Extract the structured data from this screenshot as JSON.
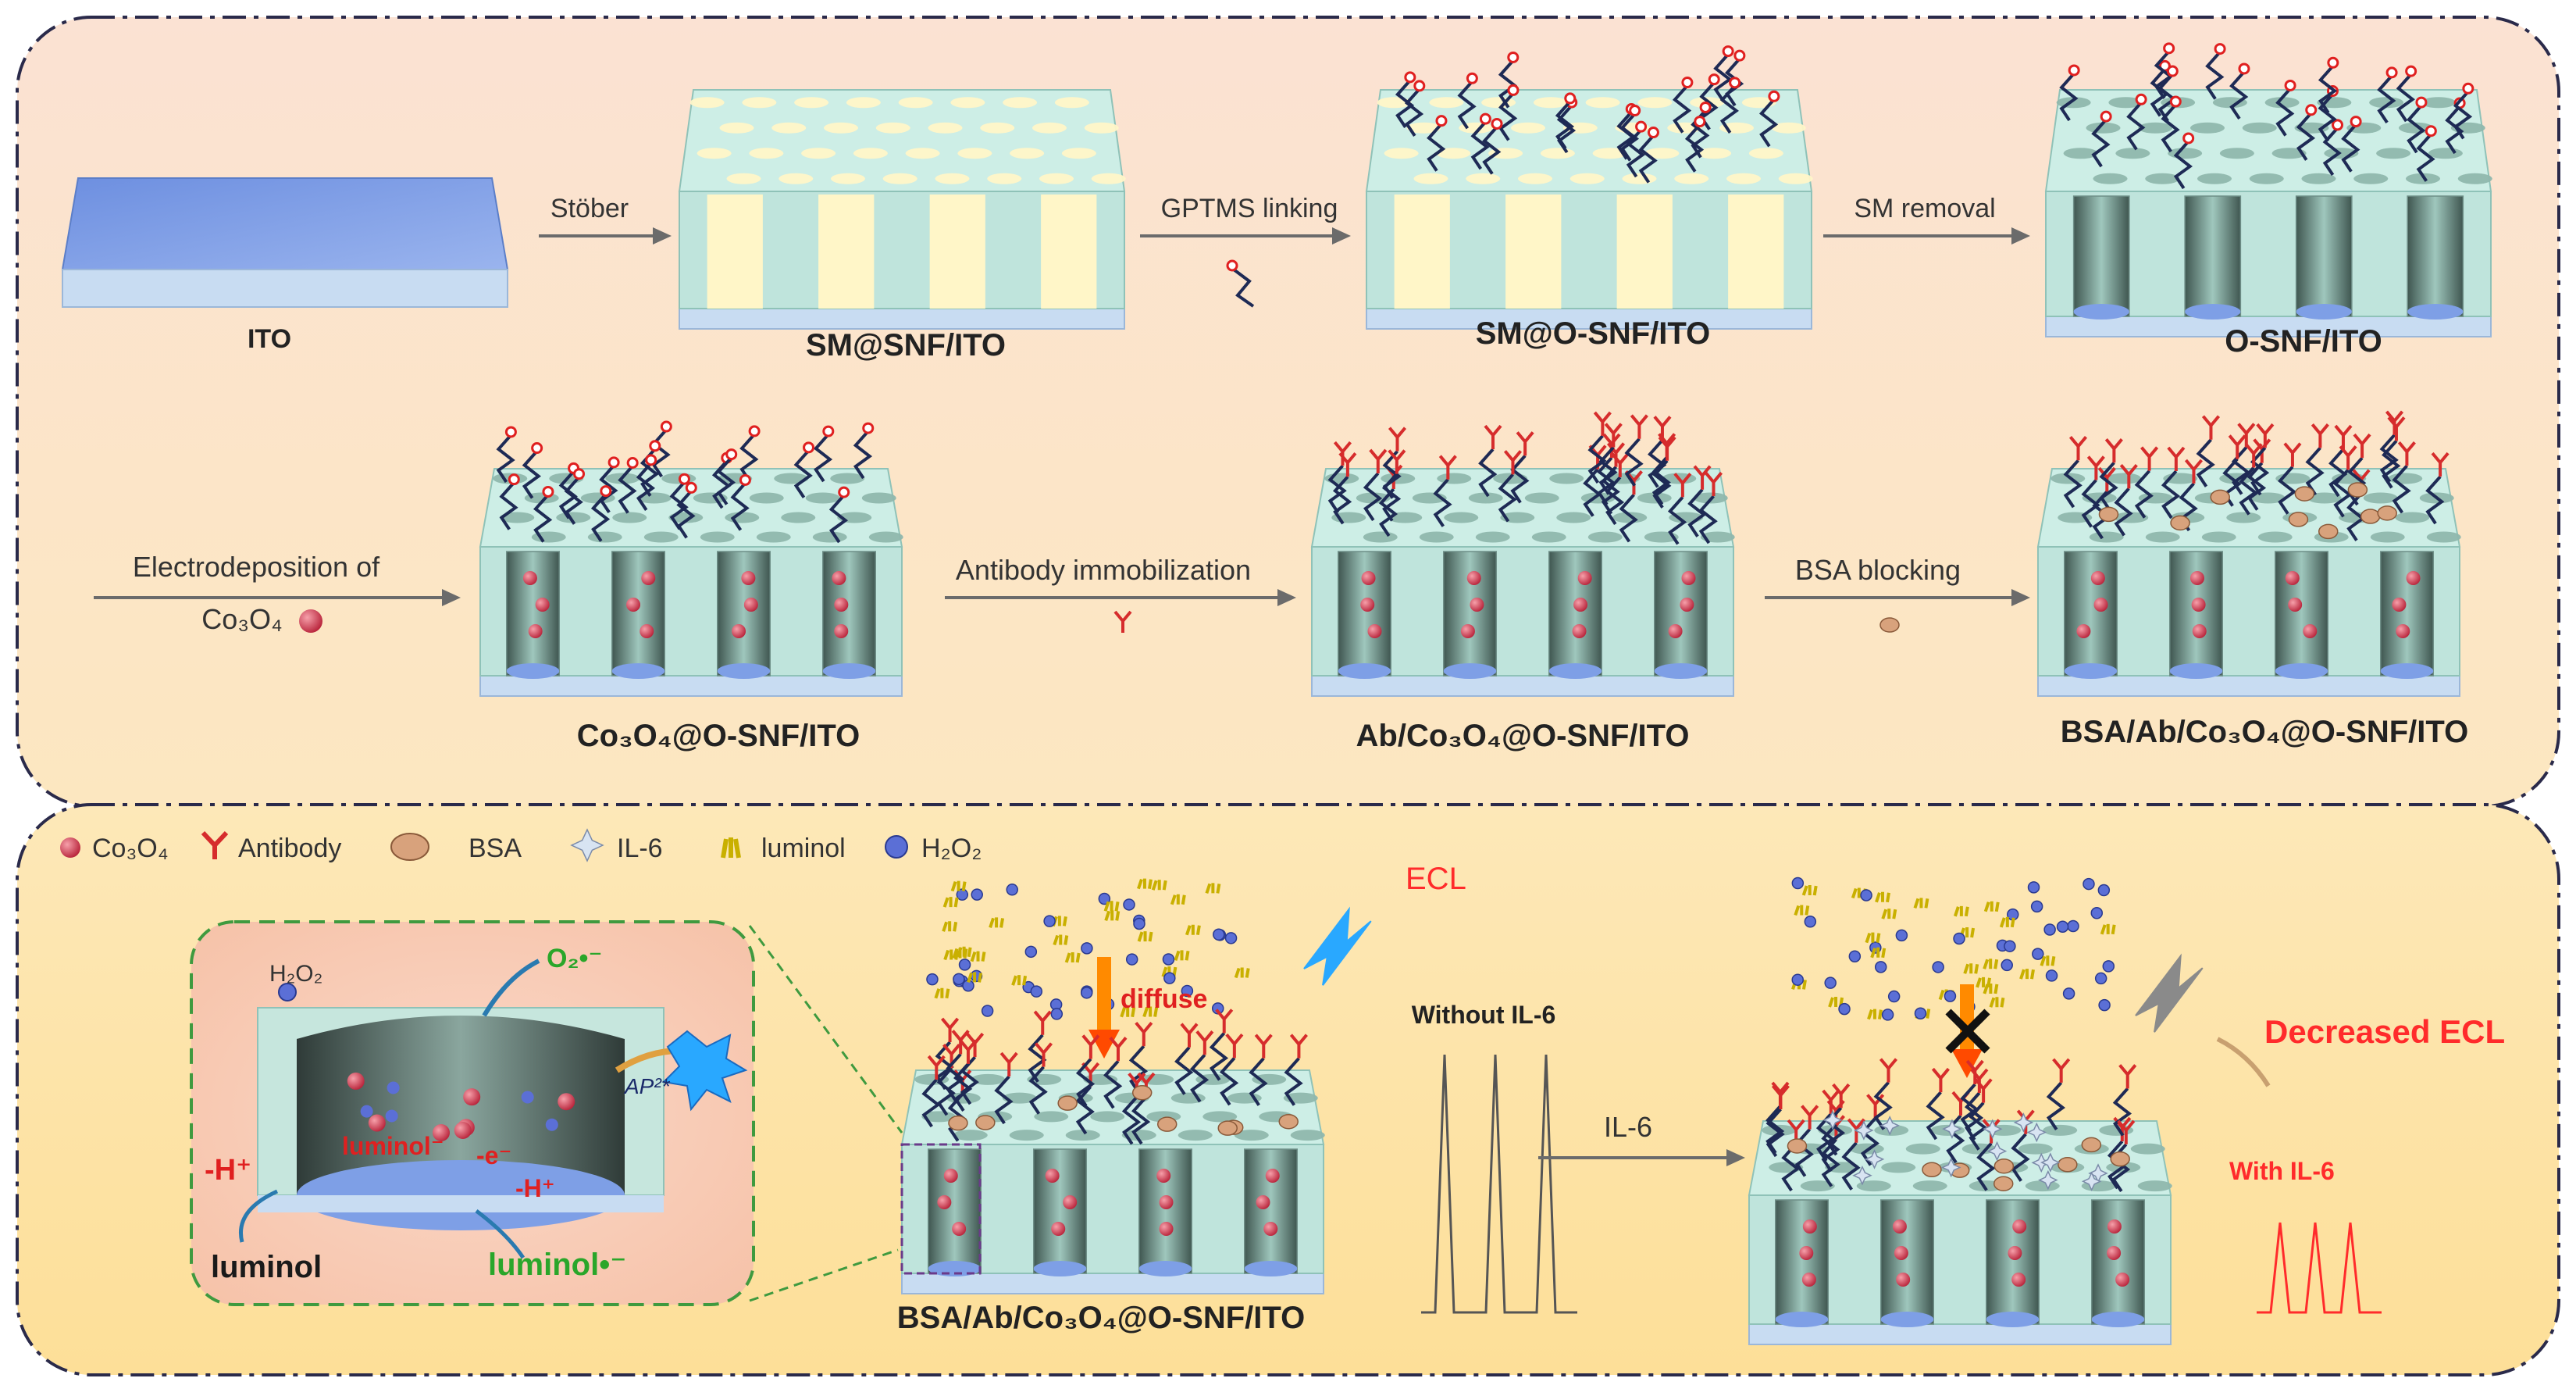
{
  "colors": {
    "panel_top": "#fce4c8",
    "panel_bottom": "#fde6a8",
    "silica": "#bfe4dc",
    "silica_dark": "#8fc2b8",
    "ito": "#c8dcf2",
    "ito_top": "#7e9fe6",
    "template": "#fff6c8",
    "channel_dark": "#4a5e58",
    "co3o4": "#d2455a",
    "antibody": "#d62c2c",
    "ecl_red": "#ff2b2b",
    "ecl_green": "#2aa62a",
    "bolt_blue": "#29a8ff",
    "bolt_grey": "#8a8a8a",
    "arrow_orange": "#ff8a00"
  },
  "row1": {
    "ito": "ITO",
    "sm_snf": "SM@SNF/ITO",
    "sm_osnf": "SM@O-SNF/ITO",
    "osnf": "O-SNF/ITO",
    "step_stober": "Stöber",
    "step_gptms": "GPTMS linking",
    "step_sm_removal": "SM removal"
  },
  "row2": {
    "step_electro_line1": "Electrodeposition of",
    "step_electro_line2": "Co₃O₄",
    "step_antibody": "Antibody immobilization",
    "step_bsa": "BSA blocking",
    "co3o4_osnf": "Co₃O₄@O-SNF/ITO",
    "ab_co3o4": "Ab/Co₃O₄@O-SNF/ITO",
    "bsa_ab_co3o4": "BSA/Ab/Co₃O₄@O-SNF/ITO"
  },
  "legend": [
    {
      "label": "Co₃O₄"
    },
    {
      "label": "Antibody"
    },
    {
      "label": "BSA"
    },
    {
      "label": "IL-6"
    },
    {
      "label": "luminol"
    },
    {
      "label": "H₂O₂"
    }
  ],
  "inset": {
    "h2o2": "H₂O₂",
    "o2_radical": "O₂•⁻",
    "ap": "AP²*",
    "minus_h_left": "-H⁺",
    "luminol_anion": "luminol⁻",
    "minus_e": "-e⁻",
    "minus_h_right": "-H⁺",
    "luminol": "luminol",
    "luminol_radical": "luminol•⁻"
  },
  "detection": {
    "ecl": "ECL",
    "diffuse": "diffuse",
    "electrode_label": "BSA/Ab/Co₃O₄@O-SNF/ITO",
    "without_il6": "Without IL-6",
    "il6_arrow": "IL-6",
    "decreased_ecl": "Decreased ECL",
    "with_il6": "With IL-6"
  }
}
